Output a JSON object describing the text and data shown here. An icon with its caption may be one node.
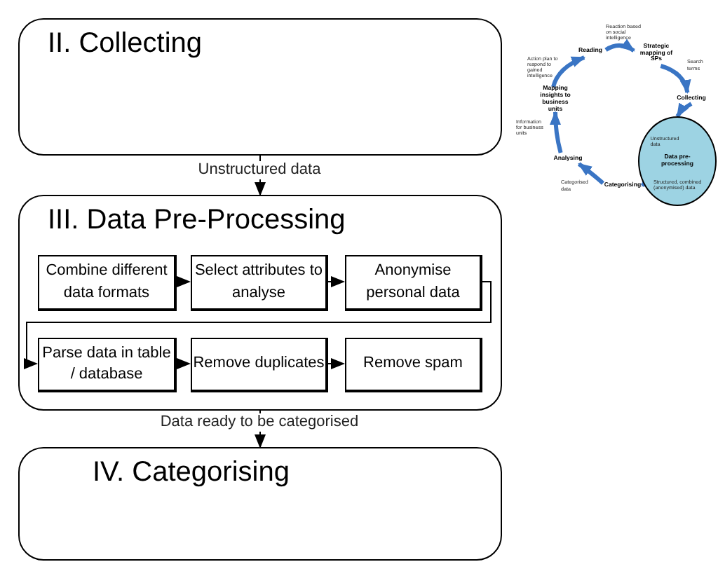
{
  "diagram": {
    "nodes": [
      {
        "text": [
          "II. Collecting"
        ]
      },
      {
        "text": [
          "III. Data Pre-Processing"
        ]
      },
      {
        "text": [
          "Combine different data formats"
        ],
        "in": 1
      },
      {
        "text": [
          "Select attributes to analyse"
        ],
        "in": 1
      },
      {
        "text": [
          "Anonymise personal data"
        ],
        "in": 1
      },
      {
        "text": [
          "Parse data in table / database"
        ],
        "in": 1
      },
      {
        "text": [
          "Remove duplicates"
        ],
        "in": 1
      },
      {
        "text": [
          "Remove spam"
        ],
        "in": 1
      },
      {
        "text": [
          "IV. Categorising"
        ]
      },
      {
        "text": [
          "Reading"
        ]
      },
      {
        "text": [
          "Strategic mapping of SPs"
        ]
      },
      {
        "text": [
          "Collecting"
        ]
      },
      {
        "text": [
          "Data pre-processing"
        ]
      },
      {
        "text": [
          "Categorising"
        ]
      },
      {
        "text": [
          "Analysing"
        ]
      },
      {
        "text": [
          "Mapping insights to business units"
        ]
      }
    ],
    "edges": [
      {
        "from": 0,
        "to": 1,
        "arrow": "to",
        "label": "Unstructured data"
      },
      {
        "from": 2,
        "to": 3,
        "arrow": "to"
      },
      {
        "from": 3,
        "to": 4,
        "arrow": "to"
      },
      {
        "from": 4,
        "to": 5,
        "arrow": "to"
      },
      {
        "from": 5,
        "to": 6,
        "arrow": "to"
      },
      {
        "from": 6,
        "to": 7,
        "arrow": "to"
      },
      {
        "from": 1,
        "to": 8,
        "arrow": "to",
        "label": "Data ready to be categorised"
      },
      {
        "from": 9,
        "to": 10,
        "arrow": "to",
        "label": "Reaction based on social intelligence",
        "style": "thick",
        "color": "#3a75c4"
      },
      {
        "from": 10,
        "to": 11,
        "arrow": "to",
        "label": "Search terms",
        "style": "thick",
        "color": "#3a75c4"
      },
      {
        "from": 11,
        "to": 12,
        "arrow": "to",
        "label": "Unstructured data",
        "style": "thick",
        "color": "#3a75c4"
      },
      {
        "from": 12,
        "to": 13,
        "arrow": "to",
        "label": "Structured, combined (anonymised) data",
        "style": "thick",
        "color": "#3a75c4"
      },
      {
        "from": 13,
        "to": 14,
        "arrow": "to",
        "label": "Categorised data",
        "style": "thick",
        "color": "#3a75c4"
      },
      {
        "from": 14,
        "to": 15,
        "arrow": "to",
        "label": "Information for business units",
        "style": "thick",
        "color": "#3a75c4"
      },
      {
        "from": 15,
        "to": 9,
        "arrow": "to",
        "label": "Action plan to respond to gained intelligence",
        "style": "thick",
        "color": "#3a75c4"
      }
    ]
  }
}
